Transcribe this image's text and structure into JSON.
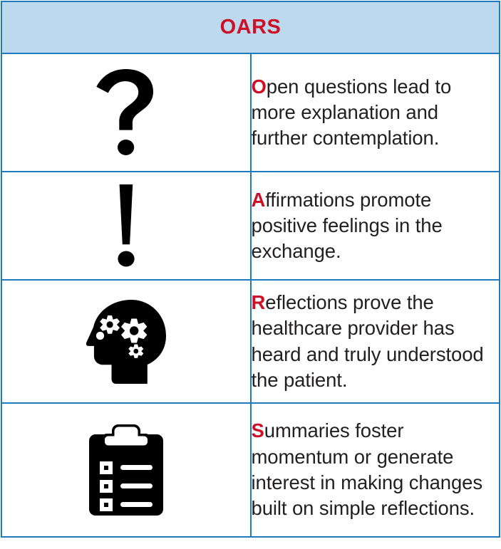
{
  "header": {
    "title": "OARS",
    "background_color": "#bcd9ee",
    "title_color": "#cc1127"
  },
  "theme": {
    "border_color": "#1f7bbf",
    "accent_red": "#cc1127",
    "text_color": "#231f20",
    "icon_color": "#000000",
    "page_background": "#ffffff"
  },
  "rows": [
    {
      "icon": "question-mark-icon",
      "initial": "O",
      "text": "pen questions lead to more explanation and further contemplation.",
      "full_text": "Open questions lead to more explanation and further contemplation."
    },
    {
      "icon": "exclamation-mark-icon",
      "initial": "A",
      "text": "ffirmations promote positive feelings in the exchange.",
      "full_text": "Affirmations promote positive feelings in the exchange."
    },
    {
      "icon": "head-with-gears-icon",
      "initial": "R",
      "text": "eflections prove the healthcare provider has heard and truly understood the patient.",
      "full_text": "Reflections prove the healthcare provider has heard and truly understood the patient."
    },
    {
      "icon": "clipboard-checklist-icon",
      "initial": "S",
      "text": "ummaries foster momentum or generate interest in making changes built on simple reflections.",
      "full_text": "Summaries foster momentum or generate interest in making changes built on simple reflections."
    }
  ]
}
